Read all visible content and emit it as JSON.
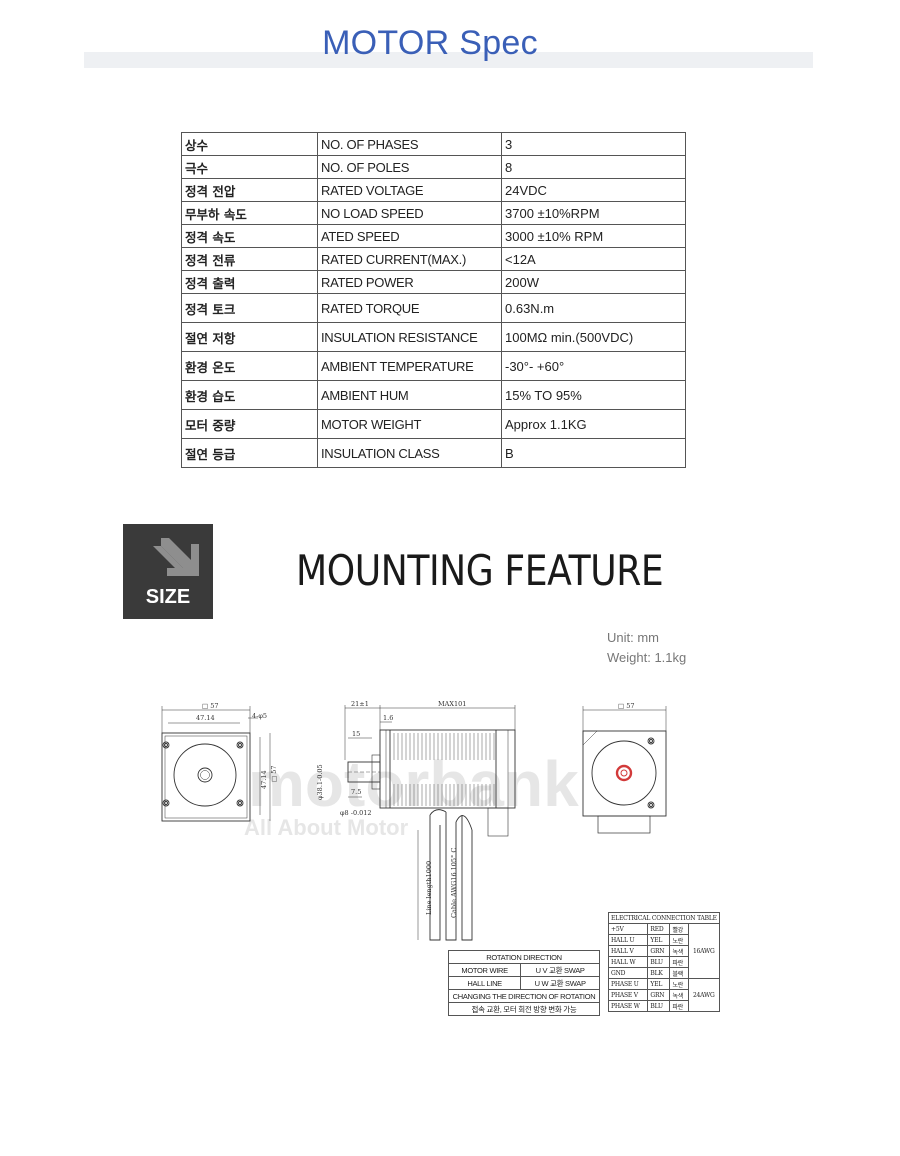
{
  "header": {
    "title": "MOTOR Spec"
  },
  "spec_table": [
    {
      "ko": "상수",
      "en": "NO. OF PHASES",
      "value": "3"
    },
    {
      "ko": "극수",
      "en": "NO. OF POLES",
      "value": "8"
    },
    {
      "ko": "정격 전압",
      "en": "RATED VOLTAGE",
      "value": "24VDC"
    },
    {
      "ko": "무부하 속도",
      "en": "NO LOAD SPEED",
      "value": "3700 ±10%RPM"
    },
    {
      "ko": "정격 속도",
      "en": "ATED SPEED",
      "value": "3000 ±10% RPM"
    },
    {
      "ko": "정격 전류",
      "en": "RATED CURRENT(MAX.)",
      "value": "<12A"
    },
    {
      "ko": "정격 출력",
      "en": "RATED POWER",
      "value": "200W"
    },
    {
      "ko": "정격 토크",
      "en": "RATED TORQUE",
      "value": "0.63N.m"
    },
    {
      "ko": "절연 저항",
      "en": "INSULATION  RESISTANCE",
      "value": "100MΩ min.(500VDC)"
    },
    {
      "ko": "환경 온도",
      "en": "AMBIENT TEMPERATURE",
      "value": "-30°- +60°"
    },
    {
      "ko": "환경 습도",
      "en": "AMBIENT HUM",
      "value": "15% TO 95%"
    },
    {
      "ko": "모터 중량",
      "en": "MOTOR WEIGHT",
      "value": "Approx 1.1KG"
    },
    {
      "ko": "절연 등급",
      "en": "INSULATION CLASS",
      "value": "B"
    }
  ],
  "size_section": {
    "badge_label": "SIZE",
    "badge_icon": "arrow-down-right-icon",
    "title": "MOUNTING FEATURE",
    "unit": "Unit: mm",
    "weight": "Weight: 1.1kg"
  },
  "drawing": {
    "front_width": "□ 57",
    "front_bolt": "47.14",
    "front_holes": "4-φ5",
    "front_height": "47.14",
    "front_height_outer": "□ 57",
    "side_shaft": "21±1",
    "side_length": "MAX101",
    "side_flange": "1.6",
    "side_boss": "15",
    "side_pilot": "φ38.1-0.05",
    "side_key": "7.5",
    "side_shaft_dia": "φ8 -0.012",
    "cable_length": "Line length1000",
    "cable_spec": "Cable AWG16 105° C",
    "rear_width": "□ 57",
    "watermark_main": "motorbank",
    "watermark_sub": "All About Motor"
  },
  "rotation_table": {
    "title": "ROTATION DIRECTION",
    "rows": [
      {
        "label": "MOTOR WIRE",
        "value": "U V 교환 SWAP"
      },
      {
        "label": "HALL LINE",
        "value": "U W 교환  SWAP"
      }
    ],
    "note_en": "CHANGING THE DIRECTION OF ROTATION",
    "note_ko": "접속 교환, 모터 회전 방향 변화 가능"
  },
  "electrical_table": {
    "title": "ELECTRICAL CONNECTION TABLE",
    "rows": [
      {
        "signal": "+5V",
        "color": "RED",
        "ko": "빨강"
      },
      {
        "signal": "HALL  U",
        "color": "YEL",
        "ko": "노란"
      },
      {
        "signal": "HALL  V",
        "color": "GRN",
        "ko": "녹색"
      },
      {
        "signal": "HALL  W",
        "color": "BLU",
        "ko": "파란"
      },
      {
        "signal": "GND",
        "color": "BLK",
        "ko": "블랙"
      },
      {
        "signal": "PHASE U",
        "color": "YEL",
        "ko": "노란"
      },
      {
        "signal": "PHASE V",
        "color": "GRN",
        "ko": "녹색"
      },
      {
        "signal": "PHASE W",
        "color": "BLU",
        "ko": "파란"
      }
    ],
    "gauge_signal": "16AWG",
    "gauge_phase": "24AWG"
  },
  "colors": {
    "title_blue": "#3a5fb7",
    "badge_bg": "#3a3a3a",
    "rotor_red": "#d23a3a"
  }
}
